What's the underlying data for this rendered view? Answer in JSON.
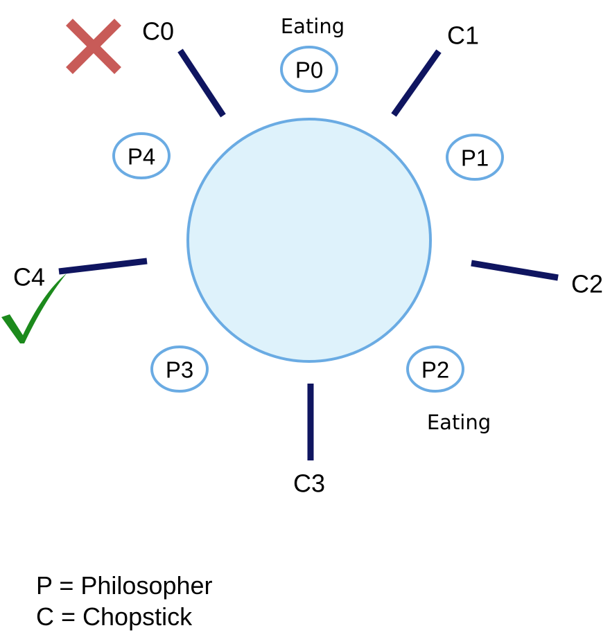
{
  "diagram": {
    "philosophers": [
      {
        "label": "P0",
        "status": "Eating"
      },
      {
        "label": "P1",
        "status": ""
      },
      {
        "label": "P2",
        "status": "Eating"
      },
      {
        "label": "P3",
        "status": ""
      },
      {
        "label": "P4",
        "status": ""
      }
    ],
    "chopsticks": [
      {
        "label": "C0",
        "mark": "cross-icon"
      },
      {
        "label": "C1",
        "mark": ""
      },
      {
        "label": "C2",
        "mark": ""
      },
      {
        "label": "C3",
        "mark": ""
      },
      {
        "label": "C4",
        "mark": "checkmark-icon"
      }
    ],
    "legend": [
      {
        "text": "P = Philosopher"
      },
      {
        "text": "C = Chopstick"
      }
    ],
    "colors": {
      "table_fill": "#def2fb",
      "table_stroke": "#6aabe3",
      "philosopher_stroke": "#6aabe3",
      "chopstick": "#0f1560",
      "cross": "#c85b58",
      "check": "#1c8a1c"
    }
  }
}
